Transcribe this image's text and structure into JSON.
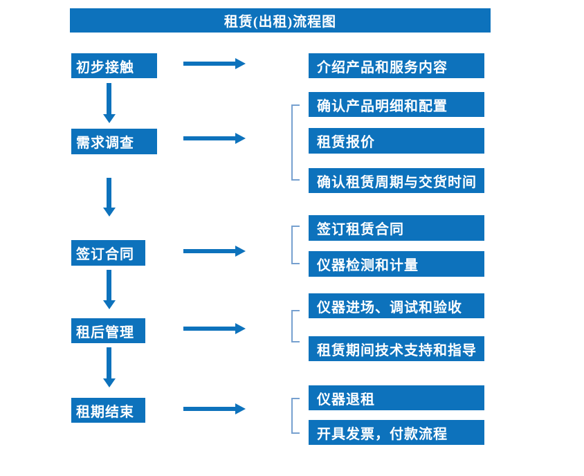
{
  "title": "租赁(出租)流程图",
  "colors": {
    "primary": "#0d72bc",
    "bracket": "#76a0cf",
    "text": "#ffffff",
    "background": "#ffffff"
  },
  "steps": [
    {
      "label": "初步接触",
      "outputs": [
        "介绍产品和服务内容"
      ]
    },
    {
      "label": "需求调查",
      "outputs": [
        "确认产品明细和配置",
        "租赁报价",
        "确认租赁周期与交货时间"
      ]
    },
    {
      "label": "签订合同",
      "outputs": [
        "签订租赁合同",
        "仪器检测和计量"
      ]
    },
    {
      "label": "租后管理",
      "outputs": [
        "仪器进场、调试和验收",
        "租赁期间技术支持和指导"
      ]
    },
    {
      "label": "租期结束",
      "outputs": [
        "仪器退租",
        "开具发票，付款流程"
      ]
    }
  ]
}
